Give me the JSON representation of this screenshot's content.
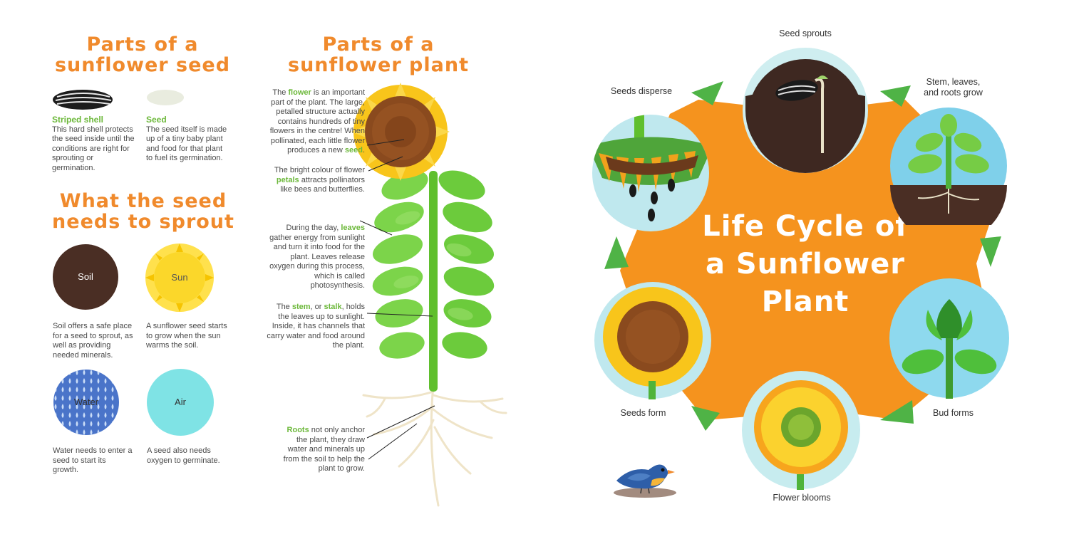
{
  "left": {
    "title_seed_line1": "Parts of a",
    "title_seed_line2": "sunflower seed",
    "shell_label": "Striped shell",
    "shell_text": "This hard shell protects the seed inside until the conditions are right for sprouting or germination.",
    "seed_label": "Seed",
    "seed_text": "The seed itself is made up of a tiny baby plant and food for that plant to fuel its germination.",
    "needs_title_line1": "What the seed",
    "needs_title_line2": "needs to sprout",
    "needs": [
      {
        "label": "Soil",
        "text": "Soil offers a safe place for a seed to sprout, as well as providing needed minerals."
      },
      {
        "label": "Sun",
        "text": "A sunflower seed starts to grow when the sun warms the soil."
      },
      {
        "label": "Water",
        "text": "Water needs to enter a seed to start its growth."
      },
      {
        "label": "Air",
        "text": "A seed also needs oxygen to germinate."
      }
    ]
  },
  "middle": {
    "title_line1": "Parts of a",
    "title_line2": "sunflower plant",
    "flower": {
      "pre": "The ",
      "hl": "flower",
      "mid": " is an important part of the plant. The large, petalled structure actually contains hundreds of tiny flowers in the centre! When pollinated, each little flower produces a new ",
      "hl2": "seed",
      "post": "."
    },
    "petals": {
      "pre": "The bright colour of flower ",
      "hl": "petals",
      "post": " attracts pollinators like bees and butterflies."
    },
    "leaves": {
      "pre": "During the day, ",
      "hl": "leaves",
      "post": " gather energy from sunlight and turn it into food for the plant. Leaves release oxygen during this process, which is called photosynthesis."
    },
    "stem": {
      "pre": "The ",
      "hl": "stem",
      "mid": ", or ",
      "hl2": "stalk",
      "post": ", holds the leaves up to sunlight. Inside, it has channels that carry water and food around the plant."
    },
    "roots": {
      "hl": "Roots",
      "post": " not only anchor the plant, they draw water and minerals up from the soil to help the plant to grow."
    }
  },
  "right": {
    "center_line1": "Life Cycle of",
    "center_line2": "a Sunflower",
    "center_line3": "Plant",
    "stages": {
      "seed_sprouts": "Seed sprouts",
      "stem_grow_line1": "Stem, leaves,",
      "stem_grow_line2": "and roots grow",
      "bud_forms": "Bud forms",
      "flower_blooms": "Flower blooms",
      "seeds_form": "Seeds form",
      "seeds_disperse": "Seeds disperse"
    }
  },
  "colors": {
    "title_orange": "#f08a2c",
    "highlight_green": "#6cb83a",
    "blob_orange": "#f5931e",
    "soil_brown": "#4a2e24",
    "sun_yellow": "#f9d21a",
    "water_blue": "#4a74c9",
    "air_cyan": "#7fe3e5"
  }
}
